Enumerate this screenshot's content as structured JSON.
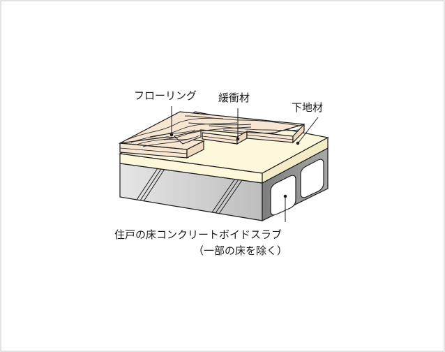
{
  "diagram": {
    "labels": {
      "flooring": "フローリング",
      "cushion": "緩衝材",
      "subfloor": "下地材",
      "slab_line1": "住戸の床コンクリートボイドスラブ",
      "slab_line2": "（一部の床を除く）"
    },
    "colors": {
      "frame_border": "#e2e2e2",
      "wood": "#f7e6d2",
      "wood_grain": "#2a2a2a",
      "subfloor": "#fdf7dc",
      "concrete_front": "#d4d4d4",
      "concrete_side": "#8e8e8e",
      "void": "#ffffff",
      "outline": "#1a1a1a"
    }
  }
}
